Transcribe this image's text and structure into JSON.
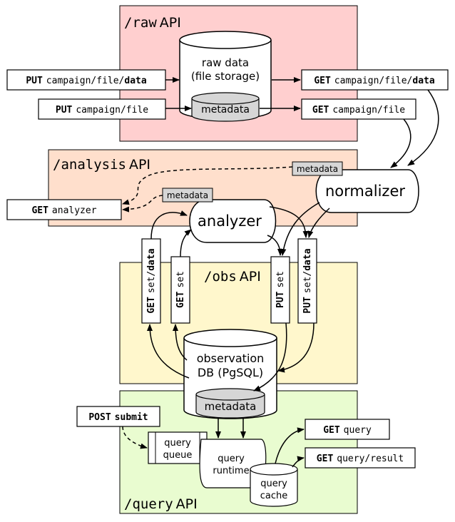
{
  "colors": {
    "raw_bg": "#ffcfcf",
    "analysis_bg": "#ffdfcc",
    "obs_bg": "#fff7cc",
    "query_bg": "#e9fcd0",
    "metadata_fill": "#d6d6d6",
    "stroke": "#000000"
  },
  "sections": {
    "raw": {
      "prefix": "/raw",
      "suffix": "API"
    },
    "analysis": {
      "prefix": "/analysis",
      "suffix": "API"
    },
    "obs": {
      "prefix": "/obs",
      "suffix": "API"
    },
    "query": {
      "prefix": "/query",
      "suffix": "API"
    }
  },
  "raw": {
    "storage_line1": "raw data",
    "storage_line2": "(file storage)",
    "metadata": "metadata",
    "put_data": {
      "verb": "PUT",
      "path": "campaign/file/",
      "suffix": "data"
    },
    "put_file": {
      "verb": "PUT",
      "path": "campaign/file"
    },
    "get_data": {
      "verb": "GET",
      "path": "campaign/file/",
      "suffix": "data"
    },
    "get_file": {
      "verb": "GET",
      "path": "campaign/file"
    }
  },
  "analysis": {
    "get_analyzer": {
      "verb": "GET",
      "path": "analyzer"
    },
    "normalizer": "normalizer",
    "analyzer": "analyzer",
    "metadata_normalizer": "metadata",
    "metadata_analyzer": "metadata"
  },
  "obs": {
    "get_set_data": {
      "verb": "GET",
      "path": "set/",
      "suffix": "data"
    },
    "get_set": {
      "verb": "GET",
      "path": "set"
    },
    "put_set": {
      "verb": "PUT",
      "path": "set"
    },
    "put_set_data": {
      "verb": "PUT",
      "path": "set/",
      "suffix": "data"
    },
    "db_line1": "observation",
    "db_line2": "DB (PgSQL)",
    "metadata": "metadata"
  },
  "query": {
    "post_submit": {
      "verb": "POST",
      "path": "submit"
    },
    "queue_line1": "query",
    "queue_line2": "queue",
    "runtime_line1": "query",
    "runtime_line2": "runtime",
    "cache_line1": "query",
    "cache_line2": "cache",
    "get_query": {
      "verb": "GET",
      "path": "query"
    },
    "get_result": {
      "verb": "GET",
      "path": "query/result"
    }
  }
}
